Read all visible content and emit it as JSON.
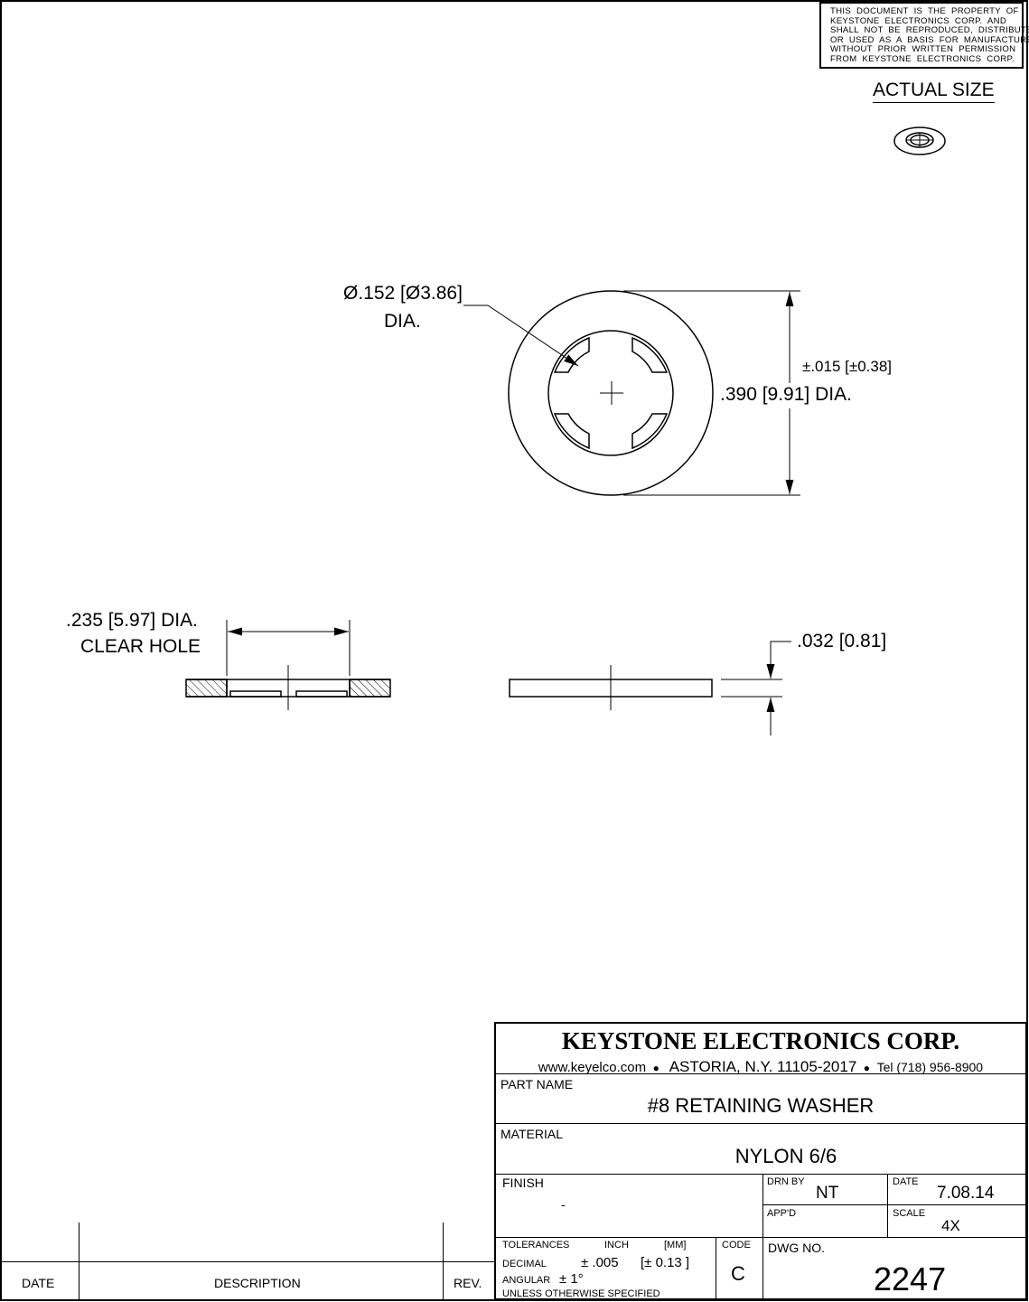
{
  "notice": {
    "text": "THIS  DOCUMENT  IS  THE  PROPERTY  OF\nKEYSTONE  ELECTRONICS  CORP.  AND\nSHALL  NOT  BE  REPRODUCED,  DISTRIBUTED\nOR  USED  AS  A  BASIS  FOR  MANUFACTURE\nWITHOUT  PRIOR  WRITTEN  PERMISSION\nFROM  KEYSTONE  ELECTRONICS  CORP."
  },
  "actual_size_label": "ACTUAL SIZE",
  "dimensions": {
    "inner_dia": [
      "Ø.152 [Ø3.86]",
      "DIA."
    ],
    "outer_tolerance": "±.015 [±0.38]",
    "outer_dia": ".390 [9.91] DIA.",
    "clear_hole": [
      ".235 [5.97] DIA.",
      "CLEAR HOLE"
    ],
    "thickness": ".032 [0.81]"
  },
  "title_block": {
    "company": "KEYSTONE ELECTRONICS CORP.",
    "website": "www.keyelco.com",
    "address": "ASTORIA, N.Y. 11105-2017",
    "phone": "Tel (718) 956-8900",
    "part_name_label": "PART NAME",
    "part_name": "#8 RETAINING WASHER",
    "material_label": "MATERIAL",
    "material": "NYLON 6/6",
    "finish_label": "FINISH",
    "finish": "-",
    "drn_by_label": "DRN BY",
    "drn_by": "NT",
    "date_label": "DATE",
    "date": "7.08.14",
    "appd_label": "APP'D",
    "scale_label": "SCALE",
    "scale": "4X",
    "tolerances_label": "TOLERANCES",
    "inch_label": "INCH",
    "mm_label": "[MM]",
    "decimal_label": "DECIMAL",
    "decimal_inch": "± .005",
    "decimal_mm": "[± 0.13 ]",
    "angular_label": "ANGULAR",
    "angular_value": "± 1°",
    "unless_label": "UNLESS OTHERWISE SPECIFIED",
    "code_label": "CODE",
    "code": "C",
    "dwg_no_label": "DWG NO.",
    "dwg_no": "2247"
  },
  "revision_block": {
    "date_label": "DATE",
    "description_label": "DESCRIPTION",
    "rev_label": "REV."
  }
}
